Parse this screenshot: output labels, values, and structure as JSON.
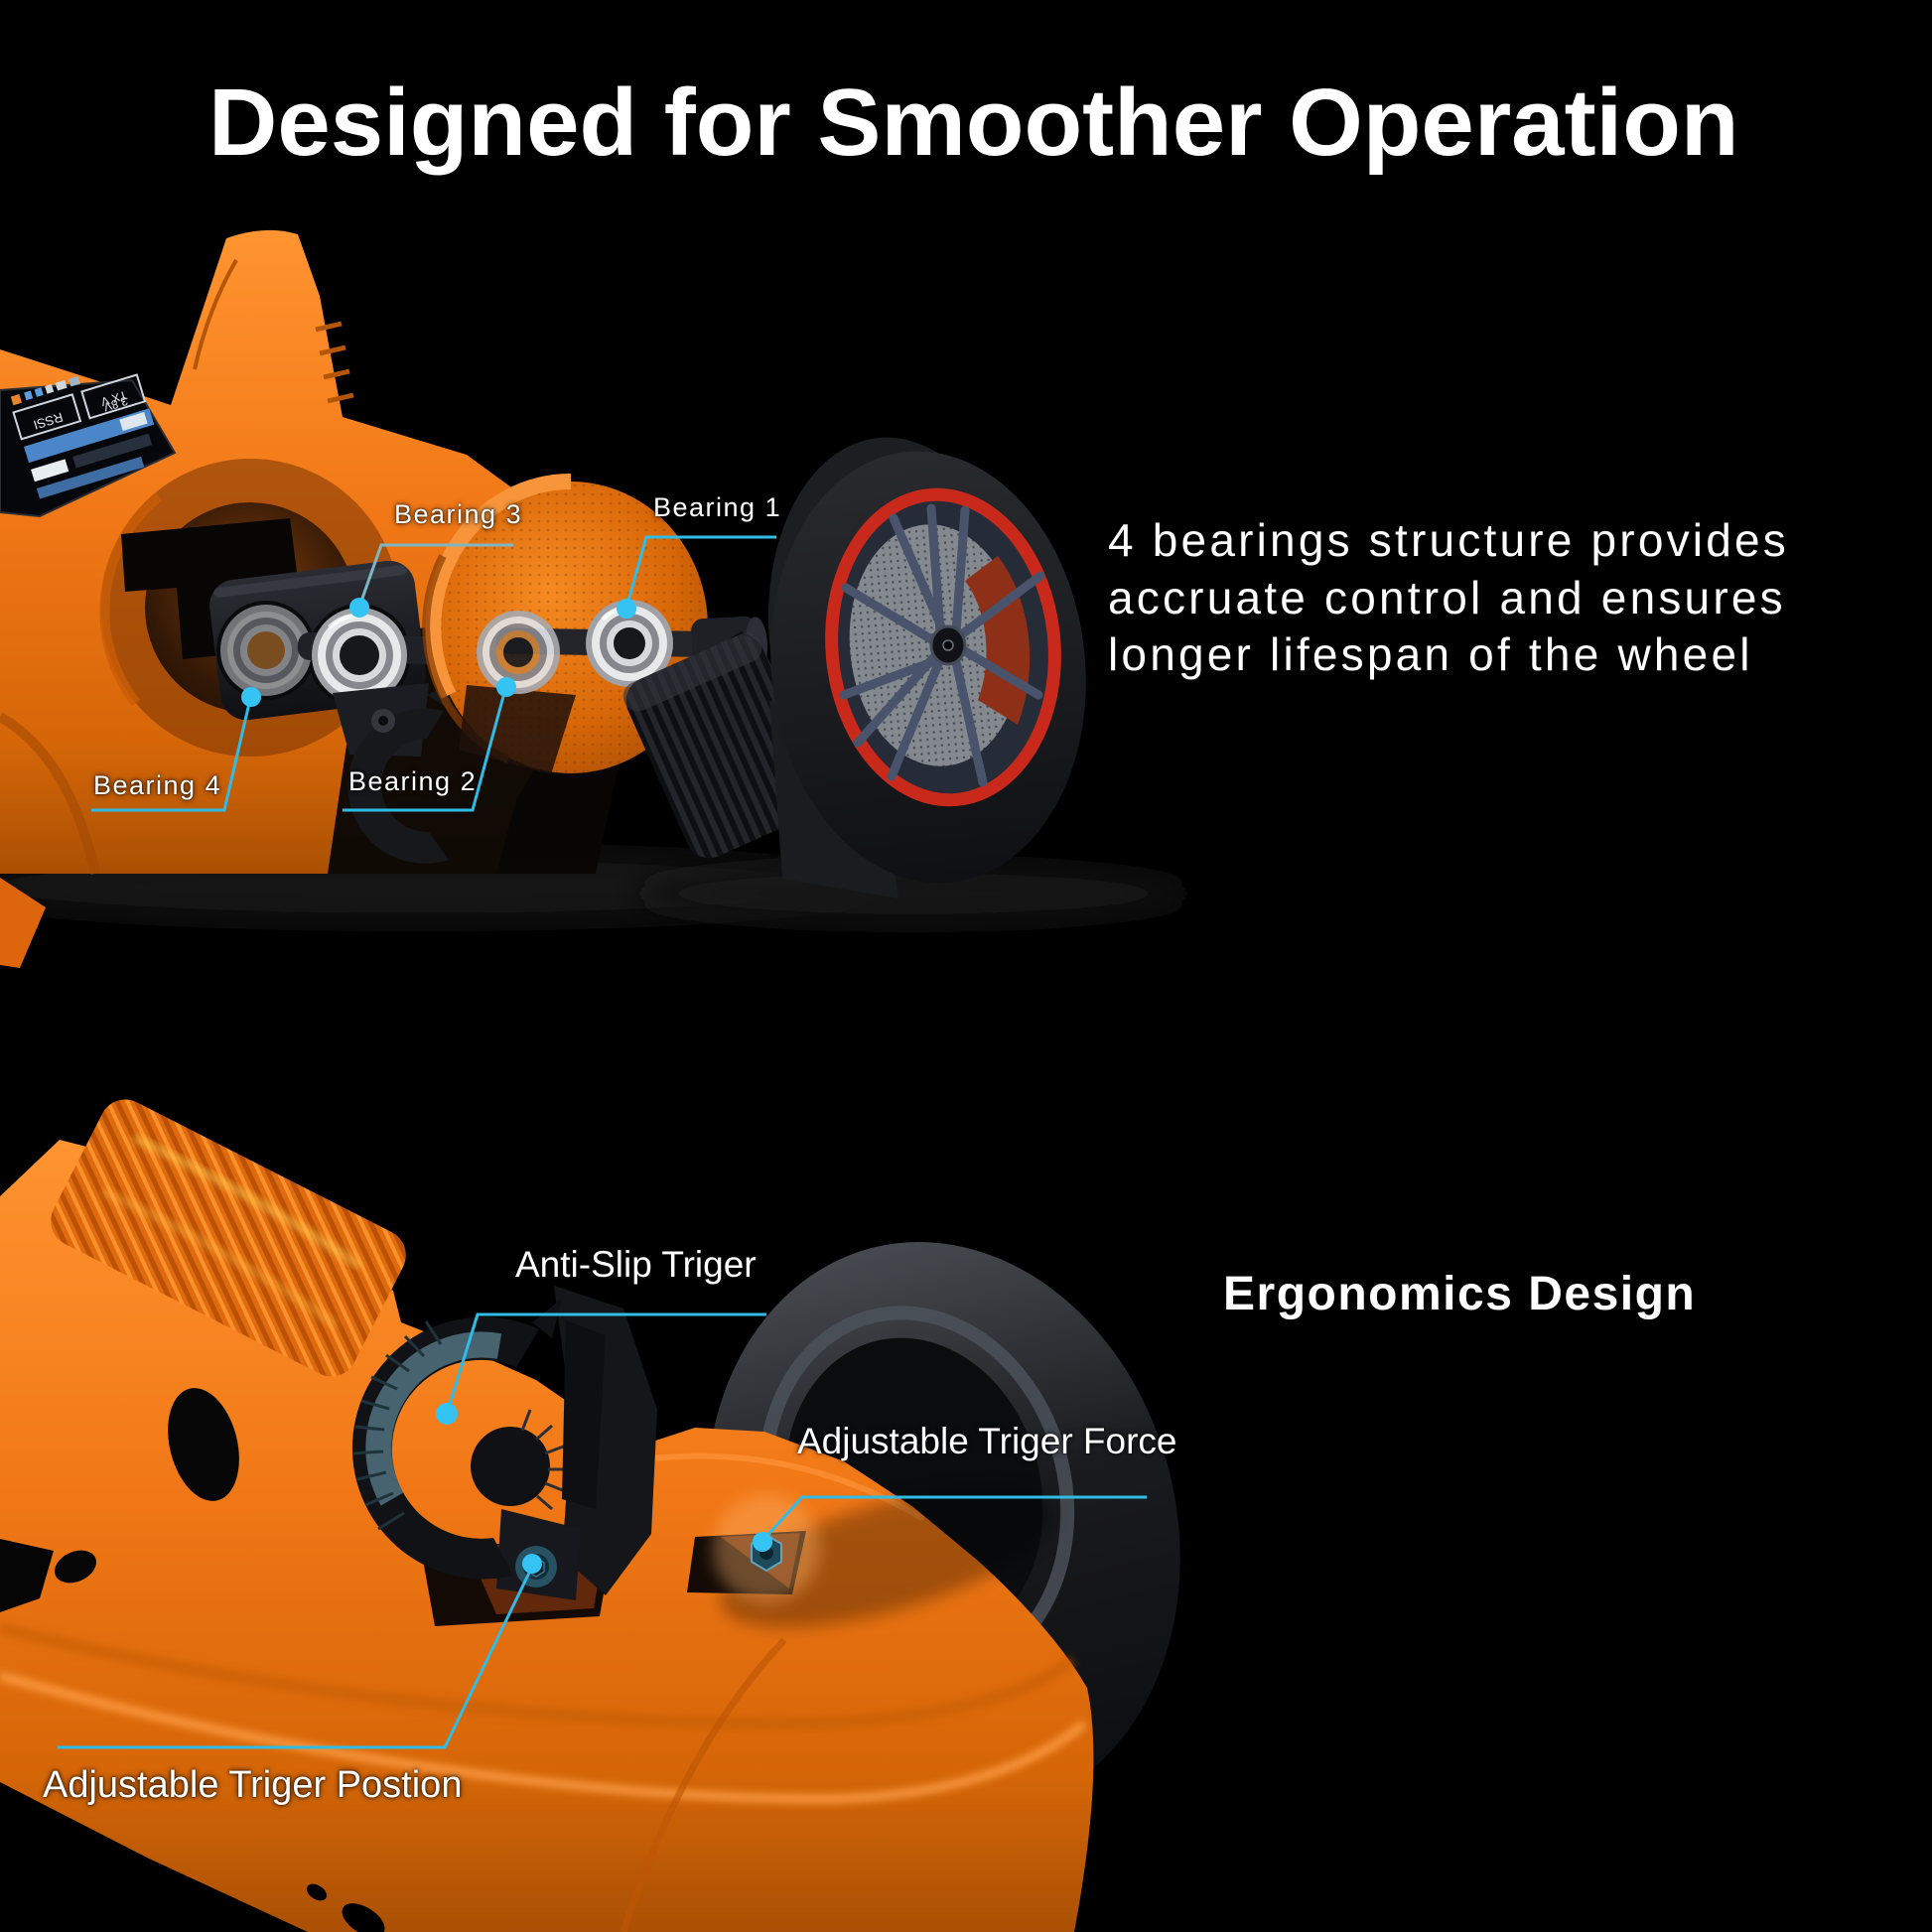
{
  "title": "Designed for Smoother Operation",
  "top_diagram": {
    "bearing_labels": {
      "b1": "Bearing 1",
      "b2": "Bearing 2",
      "b3": "Bearing 3",
      "b4": "Bearing 4"
    },
    "description_lines": [
      "4 bearings structure provides",
      "accruate control and ensures",
      "longer lifespan of the wheel"
    ],
    "screen_text": {
      "rssi": "RSSI",
      "tx": "TX V",
      "volt": "3.8V"
    }
  },
  "bottom_diagram": {
    "heading": "Ergonomics Design",
    "anti_slip_label": "Anti-Slip Triger",
    "force_label": "Adjustable Triger Force",
    "position_label": "Adjustable Triger Postion"
  },
  "colors": {
    "background": "#000000",
    "text": "#ffffff",
    "accent_cyan": "#2fbde8",
    "body_orange": "#f07414",
    "red_rim": "#c8291a"
  }
}
